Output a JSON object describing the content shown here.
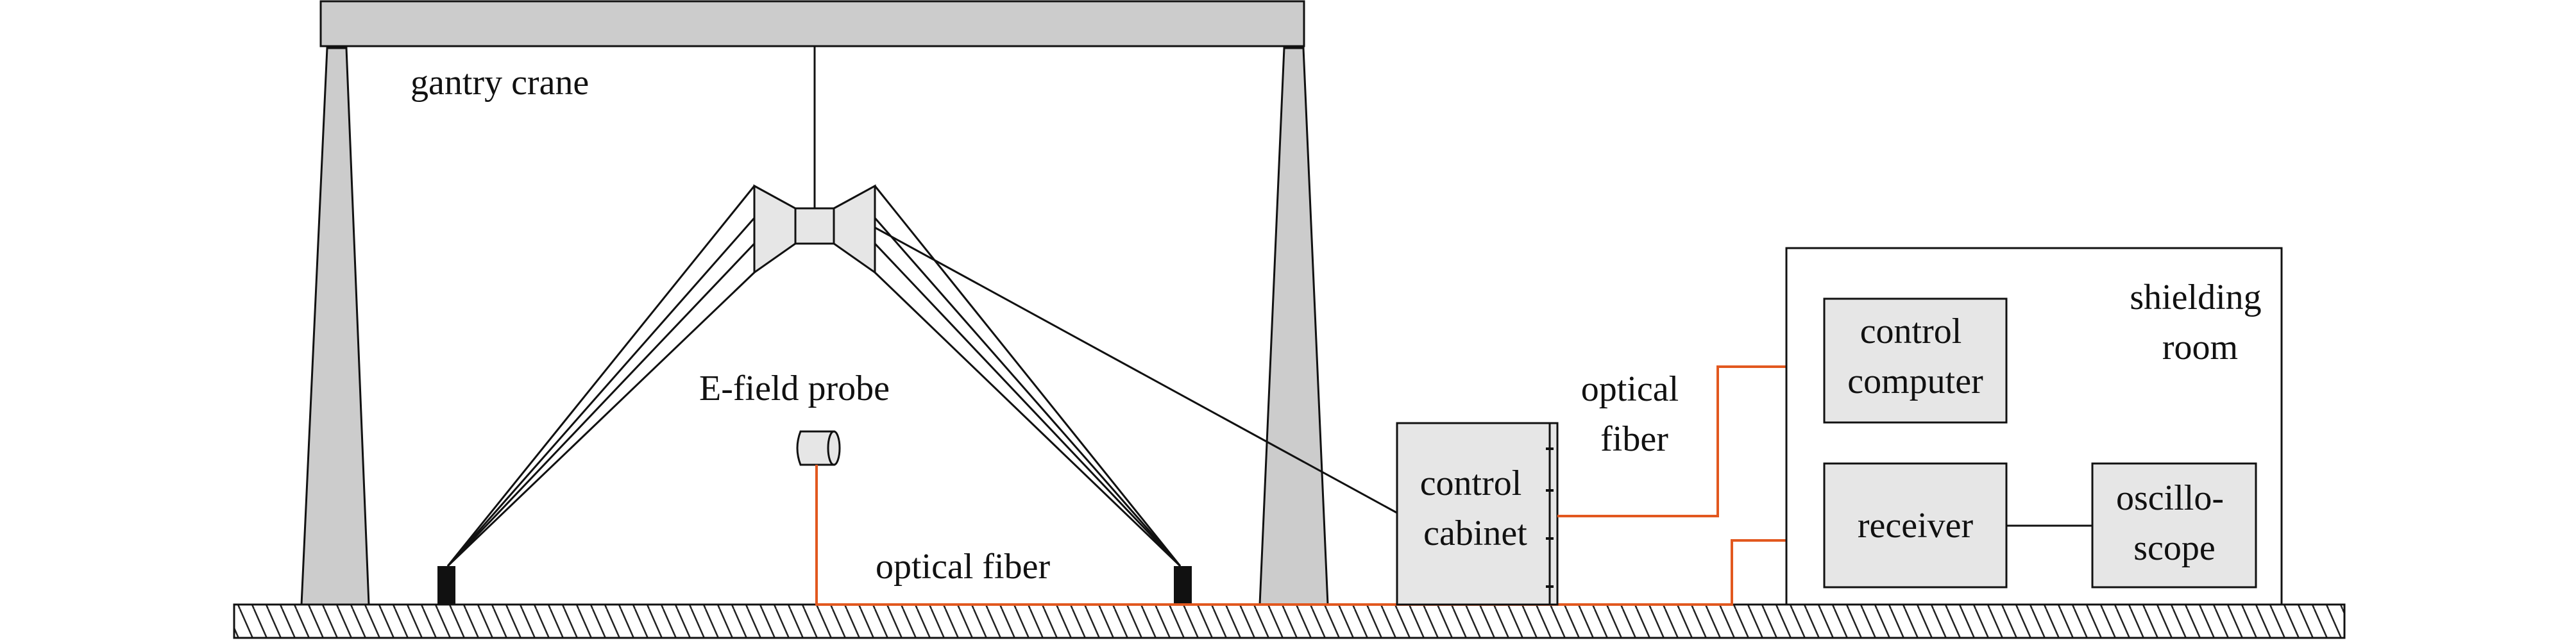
{
  "labels": {
    "gantry_crane": "gantry crane",
    "e_field_probe": "E-field probe",
    "optical_fiber_bottom": "optical fiber",
    "optical_fiber_upper": [
      "optical",
      "fiber"
    ],
    "control_cabinet": [
      "control",
      "cabinet"
    ],
    "control_computer": [
      "control",
      "computer"
    ],
    "receiver": "receiver",
    "oscilloscope": [
      "oscillo-",
      "scope"
    ],
    "shielding_room": [
      "shielding",
      "room"
    ]
  },
  "colors": {
    "structure_fill": "#cccccc",
    "box_fill": "#e6e6e6",
    "line": "#111111",
    "fiber": "#e2581f",
    "ground_hatch": "#222222"
  }
}
